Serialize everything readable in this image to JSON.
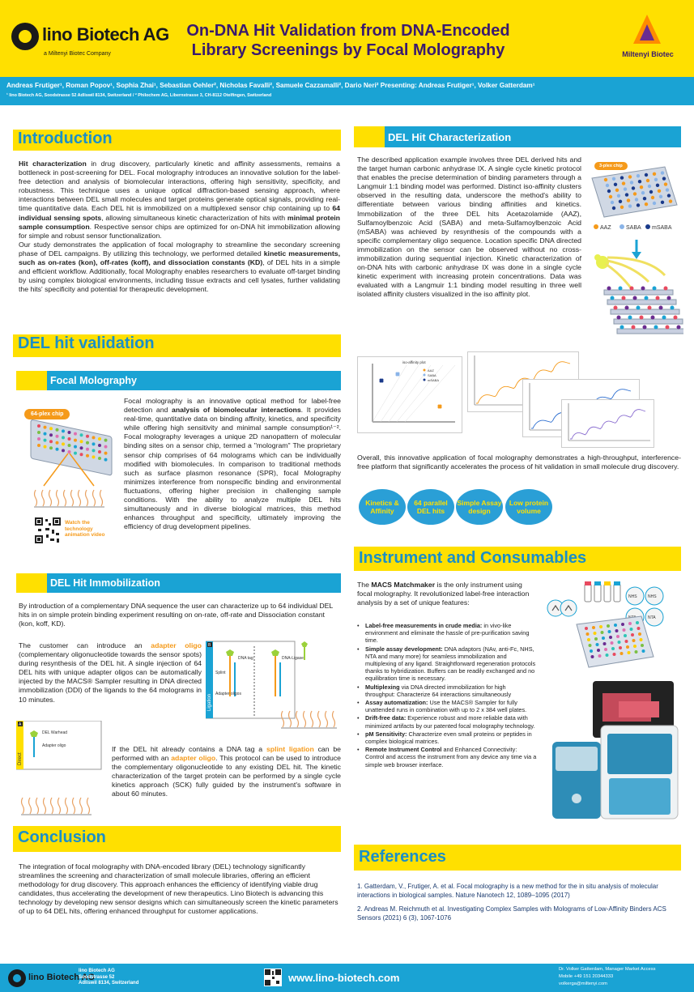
{
  "header": {
    "company": "lino Biotech AG",
    "company_sub": "a Miltenyi Biotec Company",
    "title_line1": "On-DNA Hit Validation from DNA-Encoded",
    "title_line2": "Library Screenings by Focal Molography",
    "partner": "Miltenyi Biotec"
  },
  "authors": {
    "line": "Andreas Frutiger¹, Roman Popov¹, Sophia Zhai¹, Sebastian Oehler², Nicholas Favalli², Samuele Cazzamalli², Dario Neri²  Presenting: Andreas Frutiger¹, Volker Gatterdam¹",
    "affiliations": "¹ lino Biotech AG, Soodstrasse 52 Adliswil 8134, Switzerland / ² Philochem AG, Libernstrasse 3, CH-8112 Otelfingen, Switzerland"
  },
  "intro": {
    "heading": "Introduction",
    "p1_pre": "Hit characterization",
    "p1_a": " in drug discovery, particularly kinetic and affinity assessments, remains a bottleneck in post-screening for DEL. Focal molography introduces an innovative solution for the label-free detection and analysis of biomolecular interactions, offering high sensitivity, specificity, and robustness. This technique uses a unique optical diffraction-based sensing approach, where interactions between DEL small molecules and target proteins generate optical signals, providing real-time quantitative data. Each DEL hit is immobilized on a multiplexed sensor chip containing up to ",
    "p1_b": "64 individual sensing spots",
    "p1_c": ", allowing simultaneous kinetic characterization of hits with ",
    "p1_d": "minimal protein sample consumption",
    "p1_e": ". Respective sensor chips are optimized for on-DNA hit immobilization allowing for simple and robust sensor functionalization.",
    "p2_a": "Our study demonstrates the application of focal molography to streamline the secondary screening phase of DEL campaigns. By utilizing this technology, we performed detailed ",
    "p2_b": "kinetic measurements, such as on-rates (kon), off-rates (koff), and dissociation constants (KD)",
    "p2_c": ", of DEL hits in a simple and efficient workflow. Additionally, focal Molography enables researchers to evaluate off-target binding by using complex biological environments, including tissue extracts and cell lysates, further validating the hits' specificity and potential for therapeutic development."
  },
  "del_validation": {
    "heading": "DEL hit validation",
    "focal_heading": "Focal Molography",
    "chip_badge": "64-plex chip",
    "qr_caption": "Watch the technology animation video",
    "focal_a": "Focal molography is an innovative optical method for label-free detection and ",
    "focal_b": "analysis of biomolecular interactions",
    "focal_c": ". It provides real-time, quantitative data on binding affinity, kinetics, and specificity while offering high sensitivity and minimal sample consumption¹⁻². Focal molography leverages a unique 2D nanopattern of molecular binding sites on a sensor chip, termed a \"mologram\" The proprietary sensor chip comprises of 64 molograms which can be individually modified with biomolecules. In comparison to traditional methods such as surface plasmon resonance (SPR), focal Molography minimizes interference from nonspecific binding and environmental fluctuations, offering higher precision in challenging sample conditions. With the ability to analyze multiple DEL hits simultaneously and in diverse biological matrices, this method enhances throughput and specificity, ultimately improving the efficiency of drug development pipelines.",
    "immob_heading": "DEL Hit Immobilization",
    "immob_intro": "By introduction of a complementary DNA sequence the user can characterize up to 64 individual DEL hits in on simple protein binding experiment resulting on on-rate, off-rate and Dissociation constant (kon, koff, KD).",
    "immob_a1": "The customer can introduce an ",
    "immob_a2": "adapter oligo",
    "immob_a3": " (complementary oligonucleotide towards the sensor spots) during resynthesis of the DEL hit. A single injection of 64 DEL hits with unique adapter oligos can be automatically injected by the MACS® Sampler resulting in DNA directed immobilization (DDI) of the ligands to the 64 molograms in 10 minutes.",
    "immob_b1": "If the DEL hit already contains a DNA tag a ",
    "immob_b2": "splint ligation",
    "immob_b3": " can be performed with an ",
    "immob_b4": "adapter oligo",
    "immob_b5": ". This protocol can be used to introduce the complementary oligonucleotide to any existing DEL hit. The kinetic characterization of the target protein can be performed by a single cycle kinetics approach (SCK) fully guided by the instrument's software in about 60 minutes.",
    "fig_labels": [
      "DNA tag",
      "DNA-Ligase",
      "Splint",
      "Adapter oligos",
      "DEL Warhead",
      "Adapter oligo",
      "Ligation",
      "Direct"
    ]
  },
  "conclusion": {
    "heading": "Conclusion",
    "text": "The integration of focal molography with DNA-encoded library (DEL) technology significantly streamlines the screening and characterization of small molecule libraries, offering an efficient methodology for drug discovery. This approach enhances the efficiency of identifying viable drug candidates, thus accelerating the development of new therapeutics. Lino Biotech is advancing this technology by developing new sensor designs which can simultaneously screen the kinetic parameters of up to 64 DEL hits, offering enhanced throughput for customer applications."
  },
  "characterization": {
    "heading": "DEL Hit Characterization",
    "text": "The described application example involves three DEL derived hits and the target human carbonic anhydrase IX. A single cycle kinetic protocol that enables the precise determination of binding parameters through a Langmuir 1:1 binding model was performed. Distinct iso-affinity clusters observed in the resulting data, underscore the method's ability to differentiate between various binding affinities and kinetics. Immobilization of the three DEL hits Acetazolamide (AAZ), Sulfamoylbenzoic Acid (SABA) and meta-Sulfamoylbenzoic Acid (mSABA) was achieved by resynthesis of the compounds with a specific complementary oligo sequence. Location specific DNA directed immobilization on the sensor can be observed without no cross-immobilization during sequential injection. Kinetic characterization of on-DNA hits with carbonic anhydrase IX was done in a single cycle kinetic experiment with increasing protein concentrations. Data was evaluated with a Langmuir 1:1 binding model resulting in three well isolated affinity clusters visualized in the iso affinity plot.",
    "chip_label": "3-plex chip",
    "legend": [
      "AAZ",
      "SABA",
      "mSABA"
    ],
    "legend_colors": [
      "#f59a1a",
      "#8ab4e8",
      "#1a3a8a"
    ],
    "plot_title": "iso-affinity plot",
    "overall": "Overall, this innovative application of focal molography demonstrates a high-throughput, interference-free platform that significantly accelerates the process of hit validation in small molecule drug discovery.",
    "circles": [
      "Kinetics & Affinity",
      "64 parallel DEL hits",
      "Simple Assay design",
      "Low protein volume"
    ]
  },
  "instrument": {
    "heading": "Instrument and Consumables",
    "intro_a": "The ",
    "intro_b": "MACS Matchmaker",
    "intro_c": " is the only instrument using focal molography. It revolutionized label-free interaction analysis by a set of unique features:",
    "bullets": [
      {
        "head": "Label-free measurements in crude media:",
        "text": " in vivo-like environment and eliminate the hassle of pre-purification saving time."
      },
      {
        "head": "Simple assay development:",
        "text": " DNA adaptors (NAv, anti-Fc, NHS, NTA and many more) for seamless immobilization and multiplexing of any ligand. Straightforward regeneration protocols thanks to hybridization. Buffers can be readily exchanged and no equilibration time is necessary."
      },
      {
        "head": "Multiplexing",
        "text": " via DNA directed immobilization for high throughput: Characterize 64 interactions simultaneously"
      },
      {
        "head": "Assay automatization:",
        "text": " Use the MACS® Sampler for fully unattended runs in combination with up to 2 x 384 well plates."
      },
      {
        "head": "Drift-free data:",
        "text": " Experience robust and more reliable data with minimized artifacts by our patented focal molography technology."
      },
      {
        "head": "pM Sensitivity:",
        "text": " Characterize even small proteins or peptides in complex biological matrices."
      },
      {
        "head": "Remote Instrument Control",
        "text": " and Enhanced Connectivity: Control and access the instrument from any device any time via a simple web browser interface."
      }
    ],
    "vial_labels": [
      "NHS",
      "NHS",
      "NTA",
      "NTA"
    ]
  },
  "references": {
    "heading": "References",
    "items": [
      "1. Gatterdam, V., Frutiger, A. et al. Focal molography is a new method for the in situ analysis of molecular interactions in biological samples. Nature Nanotech 12, 1089–1095 (2017)",
      "2. Andreas M. Reichmuth et al. Investigating Complex Samples with Molograms of Low-Affinity Binders ACS Sensors (2021) 6 (3), 1067-1076"
    ]
  },
  "footer": {
    "logo": "lino Biotech AG",
    "address": [
      "lino Biotech AG",
      "Soodstrasse 52",
      "Adliswil 8134, Switzerland"
    ],
    "website": "www.lino-biotech.com",
    "contact": [
      "Dr. Volker Gatterdam, Manager Market Access",
      "Mobile +49 151 20344333",
      "volkerga@miltenyi.com"
    ]
  },
  "colors": {
    "yellow": "#ffe000",
    "blue": "#1aa3d4",
    "title_purple": "#3a1a6e",
    "heading_blue": "#1a8fc7",
    "accent_orange": "#f59a1a"
  }
}
